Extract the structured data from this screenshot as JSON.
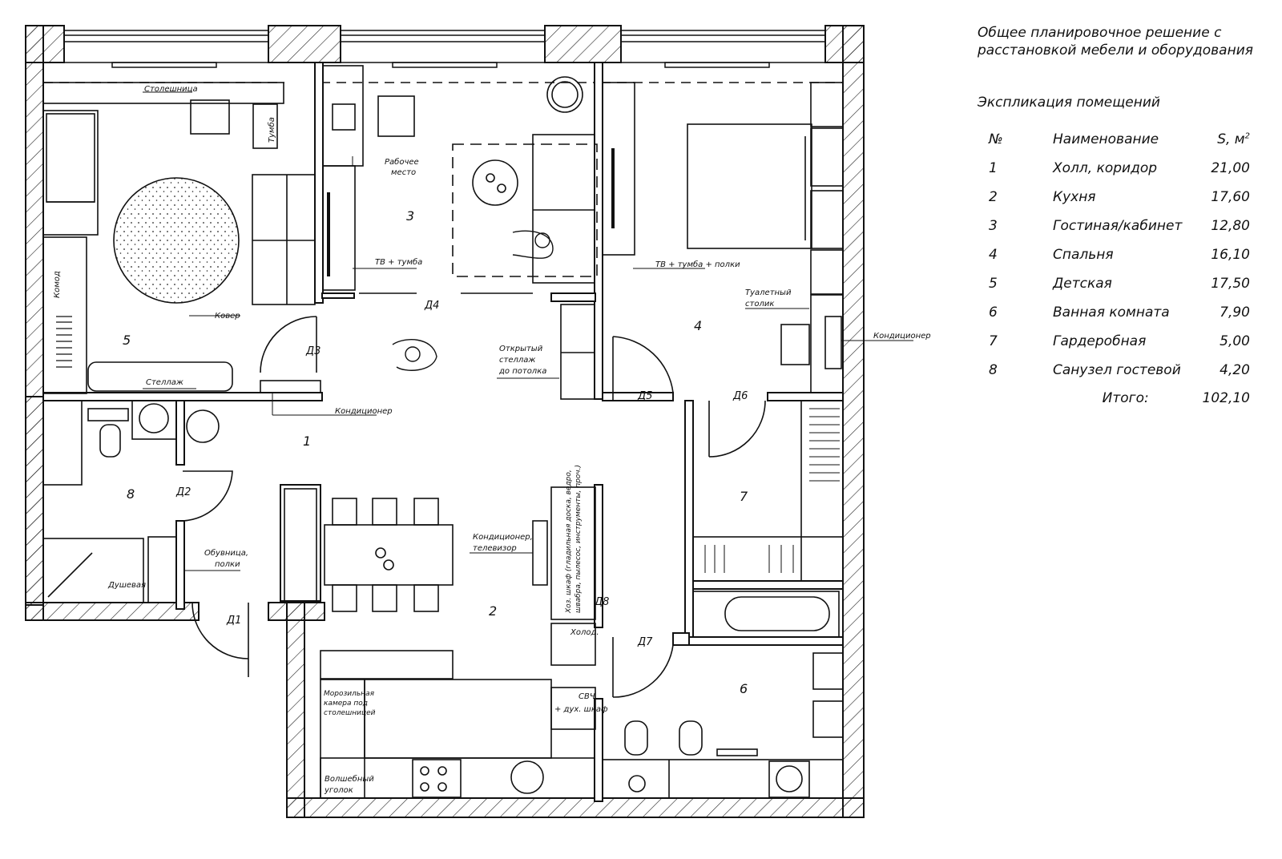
{
  "header": {
    "title_line1": "Общее планировочное решение с",
    "title_line2": "расстановкой мебели и оборудования",
    "subtitle": "Экспликация помещений"
  },
  "table": {
    "columns": [
      "№",
      "Наименование",
      "S, м"
    ],
    "area_unit_sup": "2",
    "rows": [
      {
        "n": "1",
        "name": "Холл, коридор",
        "area": "21,00"
      },
      {
        "n": "2",
        "name": "Кухня",
        "area": "17,60"
      },
      {
        "n": "3",
        "name": "Гостиная/кабинет",
        "area": "12,80"
      },
      {
        "n": "4",
        "name": "Спальня",
        "area": "16,10"
      },
      {
        "n": "5",
        "name": "Детская",
        "area": "17,50"
      },
      {
        "n": "6",
        "name": "Ванная комната",
        "area": "7,90"
      },
      {
        "n": "7",
        "name": "Гардеробная",
        "area": "5,00"
      },
      {
        "n": "8",
        "name": "Санузел гостевой",
        "area": "4,20"
      }
    ],
    "total_label": "Итого:",
    "total_value": "102,10"
  },
  "plan": {
    "room_numbers": [
      "1",
      "2",
      "3",
      "4",
      "5",
      "6",
      "7",
      "8"
    ],
    "doors": [
      "Д1",
      "Д2",
      "Д3",
      "Д4",
      "Д5",
      "Д6",
      "Д7",
      "Д8"
    ],
    "labels": {
      "countertop": "Столешница",
      "nightstand": "Тумба",
      "workplace_1": "Рабочее",
      "workplace_2": "место",
      "tv_stand": "ТВ + тумба",
      "dresser": "Комод",
      "rug": "Ковер",
      "rack": "Стеллаж",
      "open_rack_1": "Открытый",
      "open_rack_2": "стеллаж",
      "open_rack_3": "до потолка",
      "ac": "Кондиционер",
      "tv_stand_shelves": "ТВ + тумба + полки",
      "vanity_1": "Туалетный",
      "vanity_2": "столик",
      "ac_right": "Кондиционер",
      "ac_tv_1": "Кондиционер,",
      "ac_tv_2": "телевизор",
      "shoe_1": "Обувница,",
      "shoe_2": "полки",
      "shower": "Душевая",
      "storage_1": "Хоз. шкаф (гладильная доска, ведро,",
      "storage_2": "швабра, пылесос, инструменты, проч.)",
      "fridge": "Холод.",
      "microwave_1": "СВЧ",
      "microwave_2": "+ дух. шкаф",
      "freezer_1": "Морозильная",
      "freezer_2": "камера под",
      "freezer_3": "столешницей",
      "magic_1": "Волшебный",
      "magic_2": "уголок"
    }
  }
}
